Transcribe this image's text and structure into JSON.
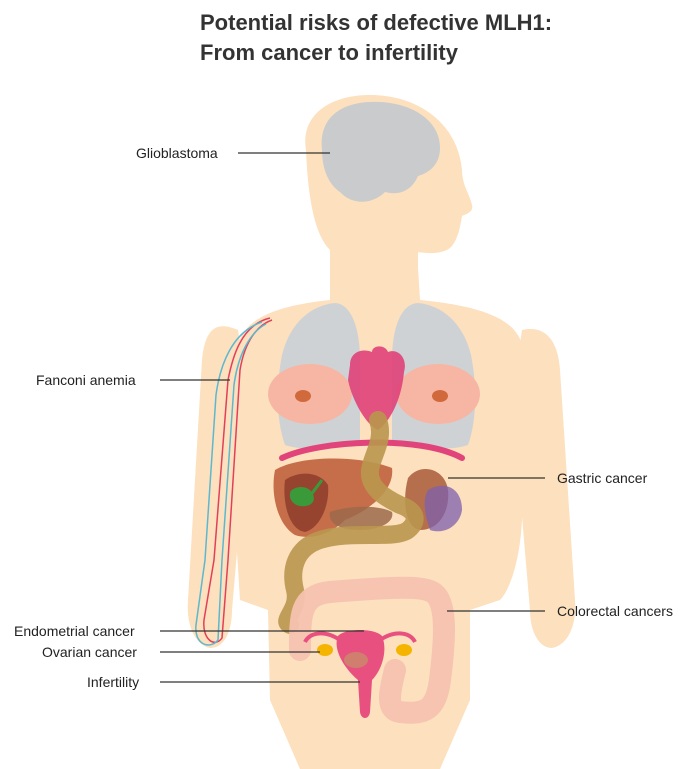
{
  "title": {
    "line1": "Potential risks of defective MLH1:",
    "line2": "From cancer to infertility"
  },
  "labels": {
    "glioblastoma": "Glioblastoma",
    "fanconi": "Fanconi anemia",
    "gastric": "Gastric cancer",
    "colorectal": "Colorectal cancers",
    "endometrial": "Endometrial cancer",
    "ovarian": "Ovarian cancer",
    "infertility": "Infertility"
  },
  "colors": {
    "body": "#fde0bd",
    "brain": "#c9cbcd",
    "lungs": "#cfd2d4",
    "heart": "#e0447a",
    "liver": "#b8543a",
    "stomach": "#b06a3c",
    "spleen": "#7d5fae",
    "intestine": "#b9974e",
    "colon": "#f6c2b0",
    "uterus": "#e8507f",
    "ovary": "#f5b400",
    "vein_red": "#e0405a",
    "vein_blue": "#5cb8d0",
    "leader_line": "#333333"
  }
}
